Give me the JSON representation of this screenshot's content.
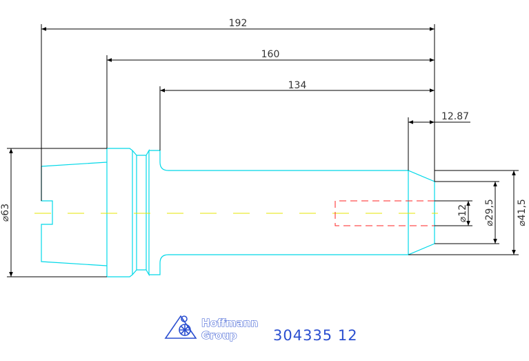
{
  "dimensions": {
    "overall_length": "192",
    "length_160": "160",
    "length_134": "134",
    "chamfer": "12.87",
    "dia_flange": "⌀63",
    "dia_shank": "⌀41,5",
    "dia_tip": "⌀29,5",
    "dia_bore": "⌀12"
  },
  "logo": {
    "line1": "Hoffmann",
    "line2": "Group",
    "part_number": "304335 12"
  },
  "colors": {
    "outline": "#00d8e8",
    "centerline": "#e6e600",
    "hidden_line": "#ff2020",
    "dimension": "#000000",
    "brand": "#2b4fd0"
  }
}
